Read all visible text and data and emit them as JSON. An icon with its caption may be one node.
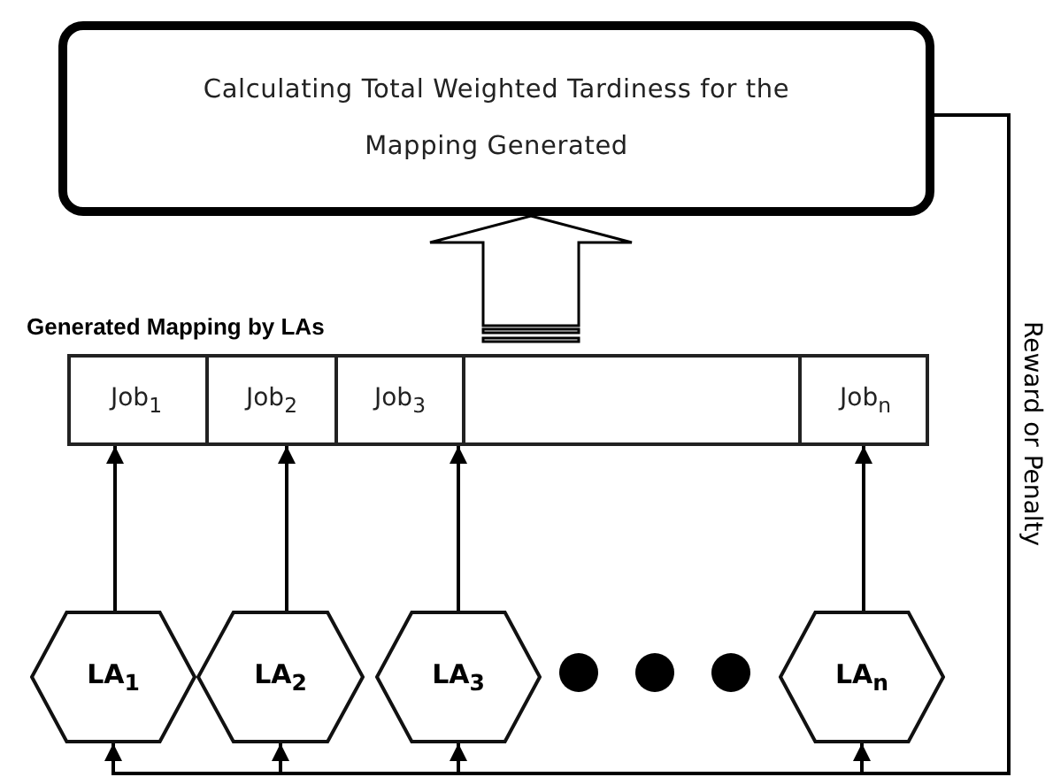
{
  "diagram": {
    "nodes": [
      {
        "text": [
          "Calculating Total Weighted Tardiness for the Mapping Generated"
        ]
      },
      {
        "text": [
          "Generated Mapping by LAs"
        ]
      },
      {
        "text": [
          "Job$_{1}$"
        ],
        "in": 1
      },
      {
        "text": [
          "Job$_{2}$"
        ],
        "in": 1
      },
      {
        "text": [
          "Job$_{3}$"
        ],
        "in": 1
      },
      {
        "text": [],
        "shape": "box",
        "in": 1
      },
      {
        "text": [
          "Job$_{n}$"
        ],
        "in": 1
      },
      {
        "text": [
          "LA$_{1}$"
        ]
      },
      {
        "text": [
          "LA$_{2}$"
        ]
      },
      {
        "text": [
          "LA$_{3}$"
        ]
      },
      {
        "text": [
          "LA$_{n}$"
        ]
      }
    ],
    "edges": [
      {
        "from": 7,
        "to": 2,
        "arrow": "to"
      },
      {
        "from": 8,
        "to": 3,
        "arrow": "to"
      },
      {
        "from": 9,
        "to": 4,
        "arrow": "to"
      },
      {
        "from": 10,
        "to": 6,
        "arrow": "to"
      },
      {
        "from": 1,
        "to": 0,
        "arrow": "to",
        "style": "thick"
      },
      {
        "from": 0,
        "to": 7,
        "arrow": "to",
        "label": "Reward or Penalty"
      },
      {
        "from": 0,
        "to": 8,
        "arrow": "to"
      },
      {
        "from": 0,
        "to": 9,
        "arrow": "to"
      },
      {
        "from": 0,
        "to": 10,
        "arrow": "to"
      }
    ]
  }
}
